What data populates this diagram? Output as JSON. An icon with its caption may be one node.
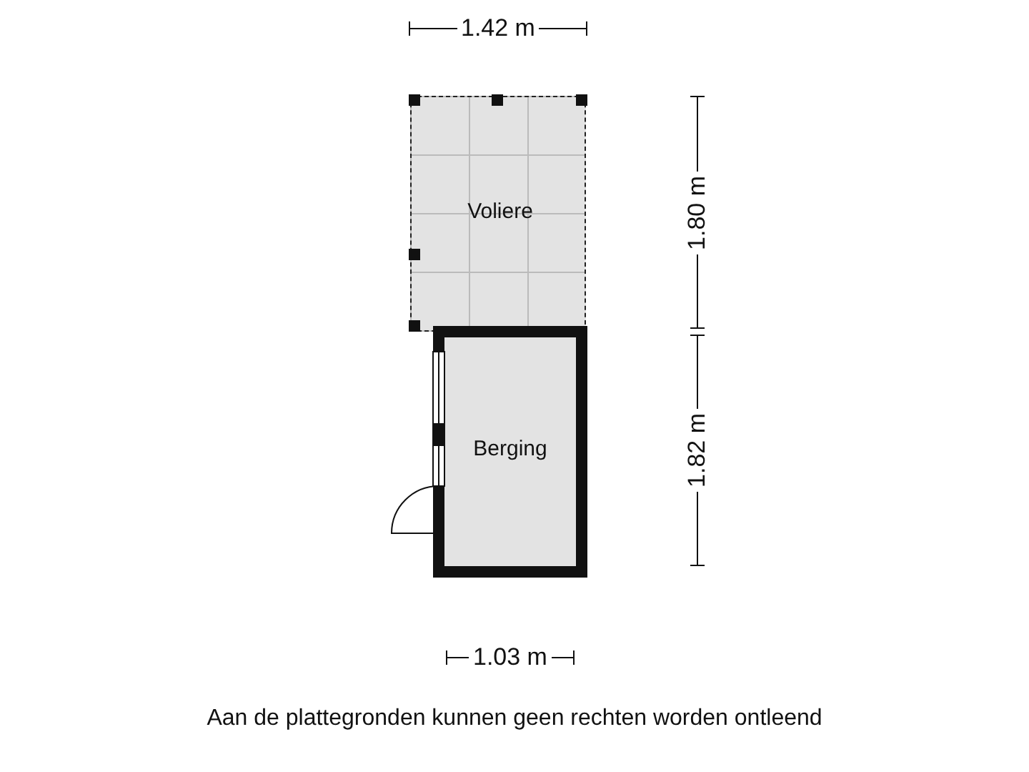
{
  "diagram": {
    "caption": "Aan de plattegronden kunnen geen rechten worden ontleend",
    "nodes": [
      {
        "text": [
          "Voliere"
        ]
      },
      {
        "text": [
          "Berging"
        ]
      }
    ],
    "edges": [],
    "labels": [
      "1.42 m",
      "1.80 m",
      "1.82 m",
      "1.03 m"
    ]
  }
}
